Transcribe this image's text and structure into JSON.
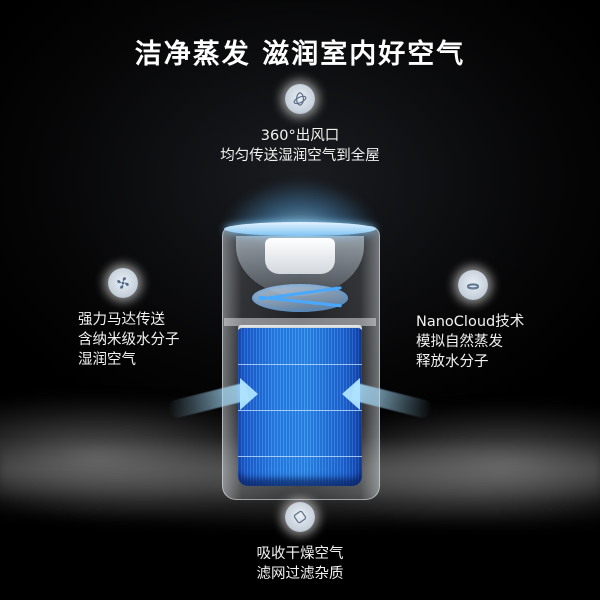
{
  "headline": "洁净蒸发 滋润室内好空气",
  "features": {
    "top": {
      "icon": "air-outlet-swirl-icon",
      "lines": [
        "360°出风口",
        "均匀传送湿润空气到全屋"
      ]
    },
    "left": {
      "icon": "fan-icon",
      "lines": [
        "强力马达传送",
        "含纳米级水分子",
        "湿润空气"
      ]
    },
    "right": {
      "icon": "nano-cloud-ring-icon",
      "lines": [
        "NanoCloud技术",
        "模拟自然蒸发",
        "释放水分子"
      ]
    },
    "bottom": {
      "icon": "filter-pad-icon",
      "lines": [
        "吸收干燥空气",
        "滤网过滤杂质"
      ]
    }
  },
  "colors": {
    "background": "#000000",
    "filter_blue": "#2a86f4",
    "airflow": "#aee4ff",
    "text": "#ffffff"
  }
}
